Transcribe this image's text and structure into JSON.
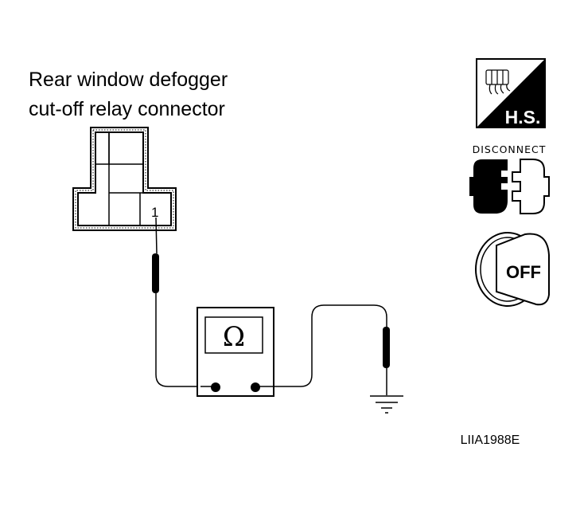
{
  "title_line1": "Rear window defogger",
  "title_line2": "cut-off relay connector",
  "pin_label": "1",
  "meter_symbol": "Ω",
  "hs_badge": "H.S.",
  "disconnect_label": "DISCONNECT",
  "ignition_label": "OFF",
  "figure_code": "LIIA1988E",
  "icons": [
    "harness-side-icon",
    "disconnect-connector-icon",
    "ignition-off-key-icon",
    "ohmmeter-icon",
    "ground-icon"
  ]
}
